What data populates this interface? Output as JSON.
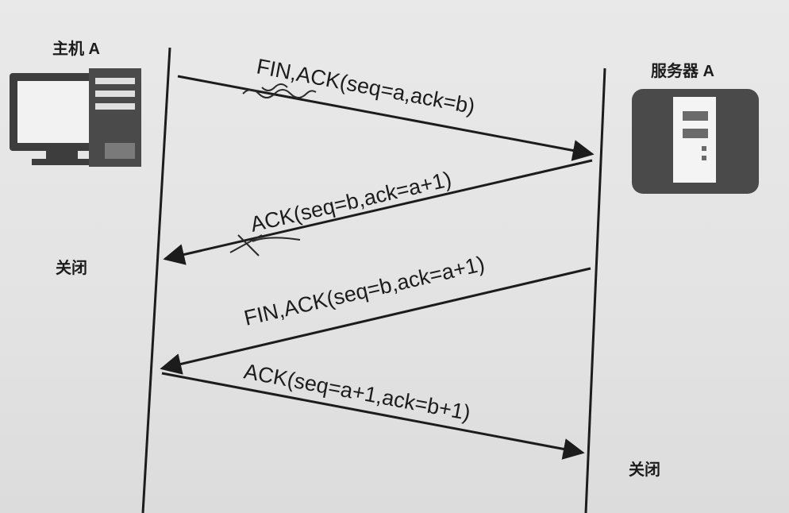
{
  "hosts": {
    "client": {
      "label": "主机 A",
      "icon": "desktop-computer-icon",
      "closed_label": "关闭"
    },
    "server": {
      "label": "服务器 A",
      "icon": "server-icon",
      "closed_label": "关闭"
    }
  },
  "messages": [
    {
      "label": "FIN,ACK(seq=a,ack=b)",
      "direction": "client-to-server"
    },
    {
      "label": "ACK(seq=b,ack=a+1)",
      "direction": "server-to-client"
    },
    {
      "label": "FIN,ACK(seq=b,ack=a+1)",
      "direction": "server-to-client"
    },
    {
      "label": "ACK(seq=a+1,ack=b+1)",
      "direction": "client-to-server"
    }
  ],
  "colors": {
    "ink": "#1c1c1c",
    "paper": "#e6e6e6",
    "server_box": "#4a4a4a"
  }
}
